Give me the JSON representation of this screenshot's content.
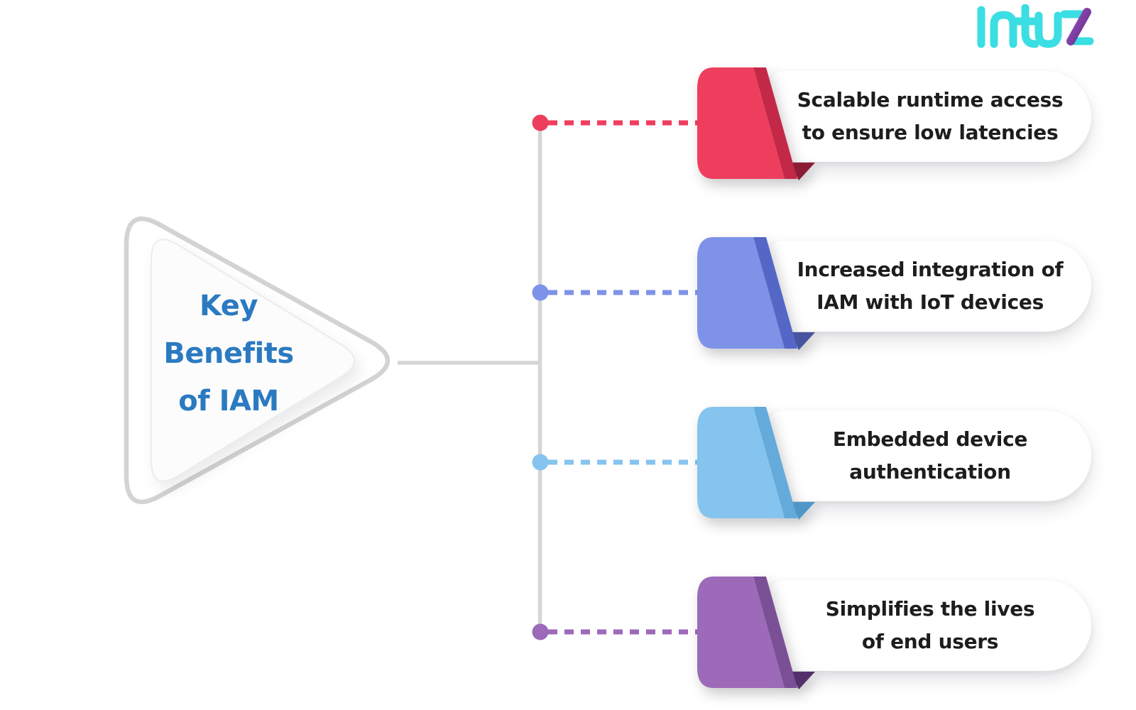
{
  "logo": {
    "text": "Intuz",
    "cyan": "#3ADEE3",
    "purple_dark": "#5E2C82",
    "purple_light": "#9D50C4"
  },
  "center": {
    "title_lines": [
      "Key",
      "Benefits",
      "of IAM"
    ],
    "title_color": "#2B7AC1",
    "triangle_stroke": "#D3D3D3",
    "inner_fill": "#FCFCFC"
  },
  "connectors": {
    "line_color": "#D6D6D6"
  },
  "cards": [
    {
      "line1": "Scalable runtime access",
      "line2": "to ensure low latencies",
      "color": "#EE3E5E",
      "shade": "#C32847",
      "fold": "#8C1B35"
    },
    {
      "line1": "Increased integration of",
      "line2": "IAM with IoT devices",
      "color": "#7E92E8",
      "shade": "#5567C6",
      "fold": "#47549F"
    },
    {
      "line1": "Embedded device",
      "line2": "authentication",
      "color": "#85C4EE",
      "shade": "#64AADB",
      "fold": "#4F97C9"
    },
    {
      "line1": "Simplifies the lives",
      "line2": "of end users",
      "color": "#9C6AB8",
      "shade": "#7B4F96",
      "fold": "#53306B"
    }
  ]
}
